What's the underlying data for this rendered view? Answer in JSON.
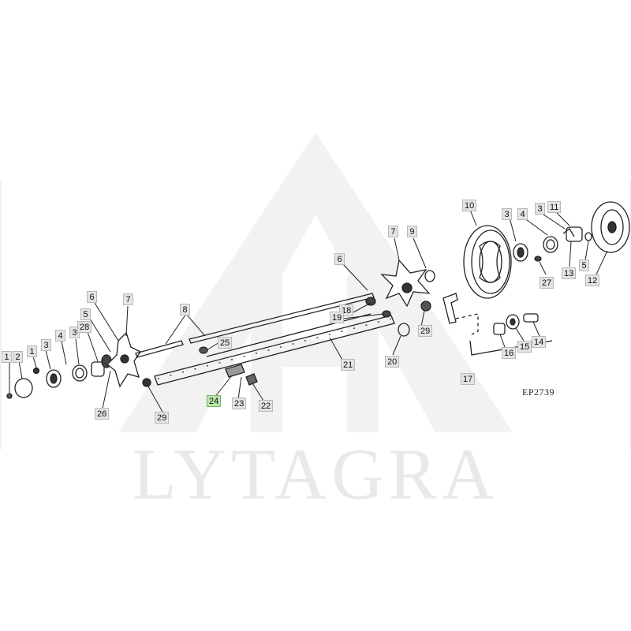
{
  "watermark": {
    "text": "LYTAGRA"
  },
  "drawing_code": "EP2739",
  "highlight_color": "#b8e6a8",
  "callouts": [
    {
      "label": "1",
      "highlighted": false
    },
    {
      "label": "2",
      "highlighted": false
    },
    {
      "label": "1",
      "highlighted": false
    },
    {
      "label": "3",
      "highlighted": false
    },
    {
      "label": "4",
      "highlighted": false
    },
    {
      "label": "3",
      "highlighted": false
    },
    {
      "label": "28",
      "highlighted": false
    },
    {
      "label": "5",
      "highlighted": false
    },
    {
      "label": "6",
      "highlighted": false
    },
    {
      "label": "7",
      "highlighted": false
    },
    {
      "label": "26",
      "highlighted": false
    },
    {
      "label": "29",
      "highlighted": false
    },
    {
      "label": "8",
      "highlighted": false
    },
    {
      "label": "25",
      "highlighted": false
    },
    {
      "label": "24",
      "highlighted": true
    },
    {
      "label": "23",
      "highlighted": false
    },
    {
      "label": "22",
      "highlighted": false
    },
    {
      "label": "21",
      "highlighted": false
    },
    {
      "label": "6",
      "highlighted": false
    },
    {
      "label": "18",
      "highlighted": false
    },
    {
      "label": "19",
      "highlighted": false
    },
    {
      "label": "7",
      "highlighted": false
    },
    {
      "label": "9",
      "highlighted": false
    },
    {
      "label": "29",
      "highlighted": false
    },
    {
      "label": "20",
      "highlighted": false
    },
    {
      "label": "17",
      "highlighted": false
    },
    {
      "label": "10",
      "highlighted": false
    },
    {
      "label": "3",
      "highlighted": false
    },
    {
      "label": "4",
      "highlighted": false
    },
    {
      "label": "3",
      "highlighted": false
    },
    {
      "label": "11",
      "highlighted": false
    },
    {
      "label": "27",
      "highlighted": false
    },
    {
      "label": "13",
      "highlighted": false
    },
    {
      "label": "5",
      "highlighted": false
    },
    {
      "label": "12",
      "highlighted": false
    },
    {
      "label": "16",
      "highlighted": false
    },
    {
      "label": "15",
      "highlighted": false
    },
    {
      "label": "14",
      "highlighted": false
    }
  ]
}
